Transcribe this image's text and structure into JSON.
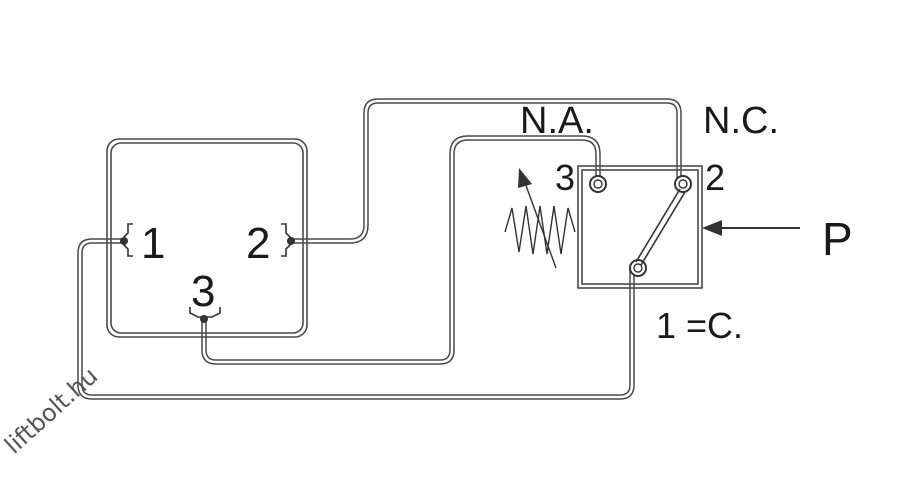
{
  "diagram": {
    "left_device": {
      "terminal_1": "1",
      "terminal_2": "2",
      "terminal_3": "3"
    },
    "switch": {
      "label_na": "N.A.",
      "label_nc": "N.C.",
      "terminal_3": "3",
      "terminal_2": "2",
      "common_label": "1 =C.",
      "pressure_label": "P"
    },
    "watermark": "liftbolt.hu",
    "colors": {
      "line": "#4a4a4a",
      "text": "#1a1a1a",
      "background": "#ffffff"
    }
  }
}
